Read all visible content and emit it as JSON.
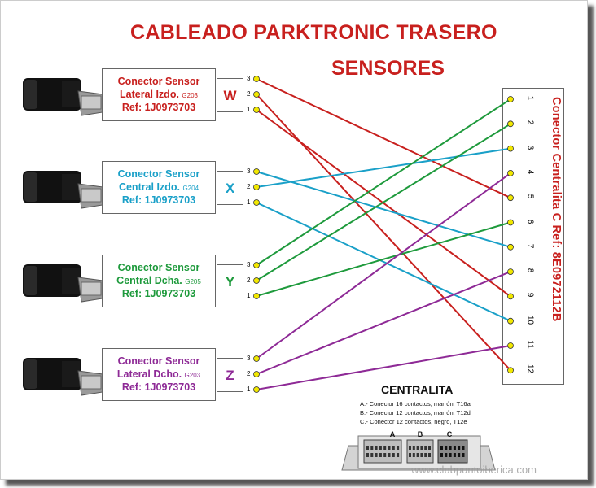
{
  "title_line1": "CABLEADO  PARKTRONIC TRASERO",
  "title_line2": "SENSORES",
  "connectors": [
    {
      "id": "W",
      "name": "Conector Sensor",
      "desc": "Lateral Izdo.",
      "code": "G203",
      "ref": "Ref: 1J0973703",
      "color": "#c8201e"
    },
    {
      "id": "X",
      "name": "Conector Sensor",
      "desc": "Central Izdo.",
      "code": "G204",
      "ref": "Ref: 1J0973703",
      "color": "#1aa0c8"
    },
    {
      "id": "Y",
      "name": "Conector Sensor",
      "desc": "Central Dcha.",
      "code": "G205",
      "ref": "Ref: 1J0973703",
      "color": "#1e9a3c"
    },
    {
      "id": "Z",
      "name": "Conector Sensor",
      "desc": "Lateral Dcho.",
      "code": "G203",
      "ref": "Ref: 1J0973703",
      "color": "#8e2a96"
    }
  ],
  "sensor_pins": [
    "3",
    "2",
    "1"
  ],
  "centralita_connector": {
    "label": "Conector  Centralita C  Ref:  8E0972112B",
    "pins": [
      "1",
      "2",
      "3",
      "4",
      "5",
      "6",
      "7",
      "8",
      "9",
      "10",
      "11",
      "12"
    ]
  },
  "wiring": [
    {
      "from": "W",
      "pin": "3",
      "to": "5",
      "color": "#c8201e"
    },
    {
      "from": "W",
      "pin": "2",
      "to": "12",
      "color": "#c8201e"
    },
    {
      "from": "W",
      "pin": "1",
      "to": "9",
      "color": "#c8201e"
    },
    {
      "from": "X",
      "pin": "3",
      "to": "7",
      "color": "#1aa0c8"
    },
    {
      "from": "X",
      "pin": "2",
      "to": "3",
      "color": "#1aa0c8"
    },
    {
      "from": "X",
      "pin": "1",
      "to": "10",
      "color": "#1aa0c8"
    },
    {
      "from": "Y",
      "pin": "3",
      "to": "1",
      "color": "#1e9a3c"
    },
    {
      "from": "Y",
      "pin": "2",
      "to": "2",
      "color": "#1e9a3c"
    },
    {
      "from": "Y",
      "pin": "1",
      "to": "6",
      "color": "#1e9a3c"
    },
    {
      "from": "Z",
      "pin": "3",
      "to": "4",
      "color": "#8e2a96"
    },
    {
      "from": "Z",
      "pin": "2",
      "to": "8",
      "color": "#8e2a96"
    },
    {
      "from": "Z",
      "pin": "1",
      "to": "11",
      "color": "#8e2a96"
    }
  ],
  "centralita": {
    "title": "CENTRALITA",
    "lines": [
      "A.- Conector 16 contactos, marrón, T16a",
      "B.- Conector 12 contactos, marrón, T12d",
      "C.- Conector 12 contactos, negro, T12e"
    ],
    "ports": [
      "A",
      "B",
      "C"
    ]
  },
  "watermark": "www.clubpuntoiberica.com"
}
